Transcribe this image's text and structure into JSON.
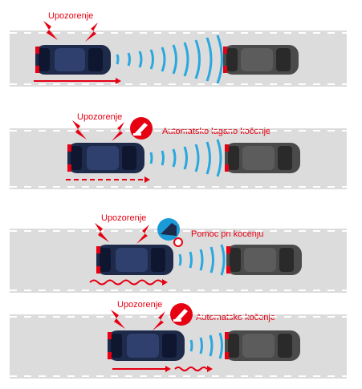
{
  "colors": {
    "road": "#dcdcdc",
    "lane_mark": "#ffffff",
    "accent_red": "#e60012",
    "wave_blue": "#29a8df",
    "car_navy": "#1e2a4a",
    "car_grey": "#4a4a4a",
    "badge_blue": "#1a9ad6"
  },
  "panels": [
    {
      "warning_label": "Upozorenje",
      "action_label": "",
      "badge_icon": "",
      "own_car_path": "solid-arrow",
      "gap_path": ""
    },
    {
      "warning_label": "Upozorenje",
      "action_label": "Automatsko lagano kočenje",
      "badge_icon": "brake-pedal-icon",
      "own_car_path": "dashed-arrow",
      "gap_path": ""
    },
    {
      "warning_label": "Upozorenje",
      "action_label": "Pomoć pri kočenju",
      "badge_icon": "brake-assist-icon",
      "own_car_path": "wavy-arrow",
      "gap_path": ""
    },
    {
      "warning_label": "Upozorenje",
      "action_label": "Automatsko kočenje",
      "badge_icon": "brake-pedal-icon",
      "own_car_path": "solid-arrow",
      "gap_path": "wavy-arrow"
    }
  ]
}
